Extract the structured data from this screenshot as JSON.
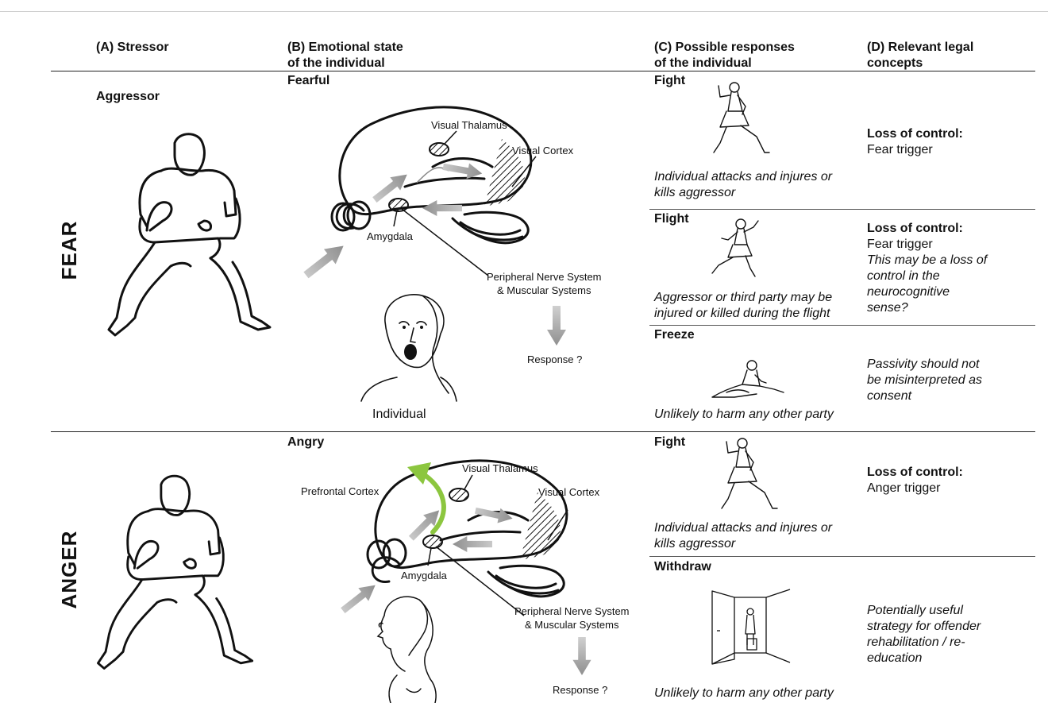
{
  "headers": {
    "a": "(A)  Stressor",
    "b_line1": "(B) Emotional state",
    "b_line2": "of the individual",
    "c_line1": "(C) Possible responses",
    "c_line2": "of the individual",
    "d_line1": "(D) Relevant legal",
    "d_line2": "concepts"
  },
  "fear": {
    "row_label": "FEAR",
    "stressor": "Aggressor",
    "state": "Fearful",
    "brain": {
      "visual_thalamus": "Visual Thalamus",
      "visual_cortex": "Visual Cortex",
      "amygdala": "Amygdala",
      "peripheral_line1": "Peripheral Nerve System",
      "peripheral_line2": "& Muscular Systems",
      "response": "Response ?"
    },
    "individual": "Individual",
    "responses": [
      {
        "title": "Fight",
        "desc_line1": "Individual attacks and injures or",
        "desc_line2": "kills aggressor",
        "legal_bold": "Loss of control:",
        "legal_normal": "Fear trigger"
      },
      {
        "title": "Flight",
        "desc_line1": "Aggressor or third party may be",
        "desc_line2": "injured or killed during the flight",
        "legal_bold": "Loss of control:",
        "legal_normal": "Fear trigger",
        "legal_italic_1": "This may be a loss of",
        "legal_italic_2": "control in the",
        "legal_italic_3": "neurocognitive",
        "legal_italic_4": "sense?"
      },
      {
        "title": "Freeze",
        "desc_line1": "Unlikely to harm any other party",
        "legal_italic_1": "Passivity should not",
        "legal_italic_2": "be misinterpreted as",
        "legal_italic_3": "consent"
      }
    ]
  },
  "anger": {
    "row_label": "ANGER",
    "state": "Angry",
    "brain": {
      "prefrontal": "Prefrontal Cortex",
      "visual_thalamus": "Visual Thalamus",
      "visual_cortex": "Visual Cortex",
      "amygdala": "Amygdala",
      "peripheral_line1": "Peripheral Nerve System",
      "peripheral_line2": "& Muscular Systems",
      "response": "Response ?"
    },
    "responses": [
      {
        "title": "Fight",
        "desc_line1": "Individual attacks and injures or",
        "desc_line2": "kills aggressor",
        "legal_bold": "Loss of control:",
        "legal_normal": "Anger trigger"
      },
      {
        "title": "Withdraw",
        "desc_line1": "Unlikely to harm any other party",
        "legal_italic_1": "Potentially useful",
        "legal_italic_2": "strategy for offender",
        "legal_italic_3": "rehabilitation / re-",
        "legal_italic_4": "education"
      }
    ]
  },
  "colors": {
    "arrow_gray": "#9a9a9a",
    "arrow_green": "#8cc63f",
    "rule": "#222222"
  }
}
